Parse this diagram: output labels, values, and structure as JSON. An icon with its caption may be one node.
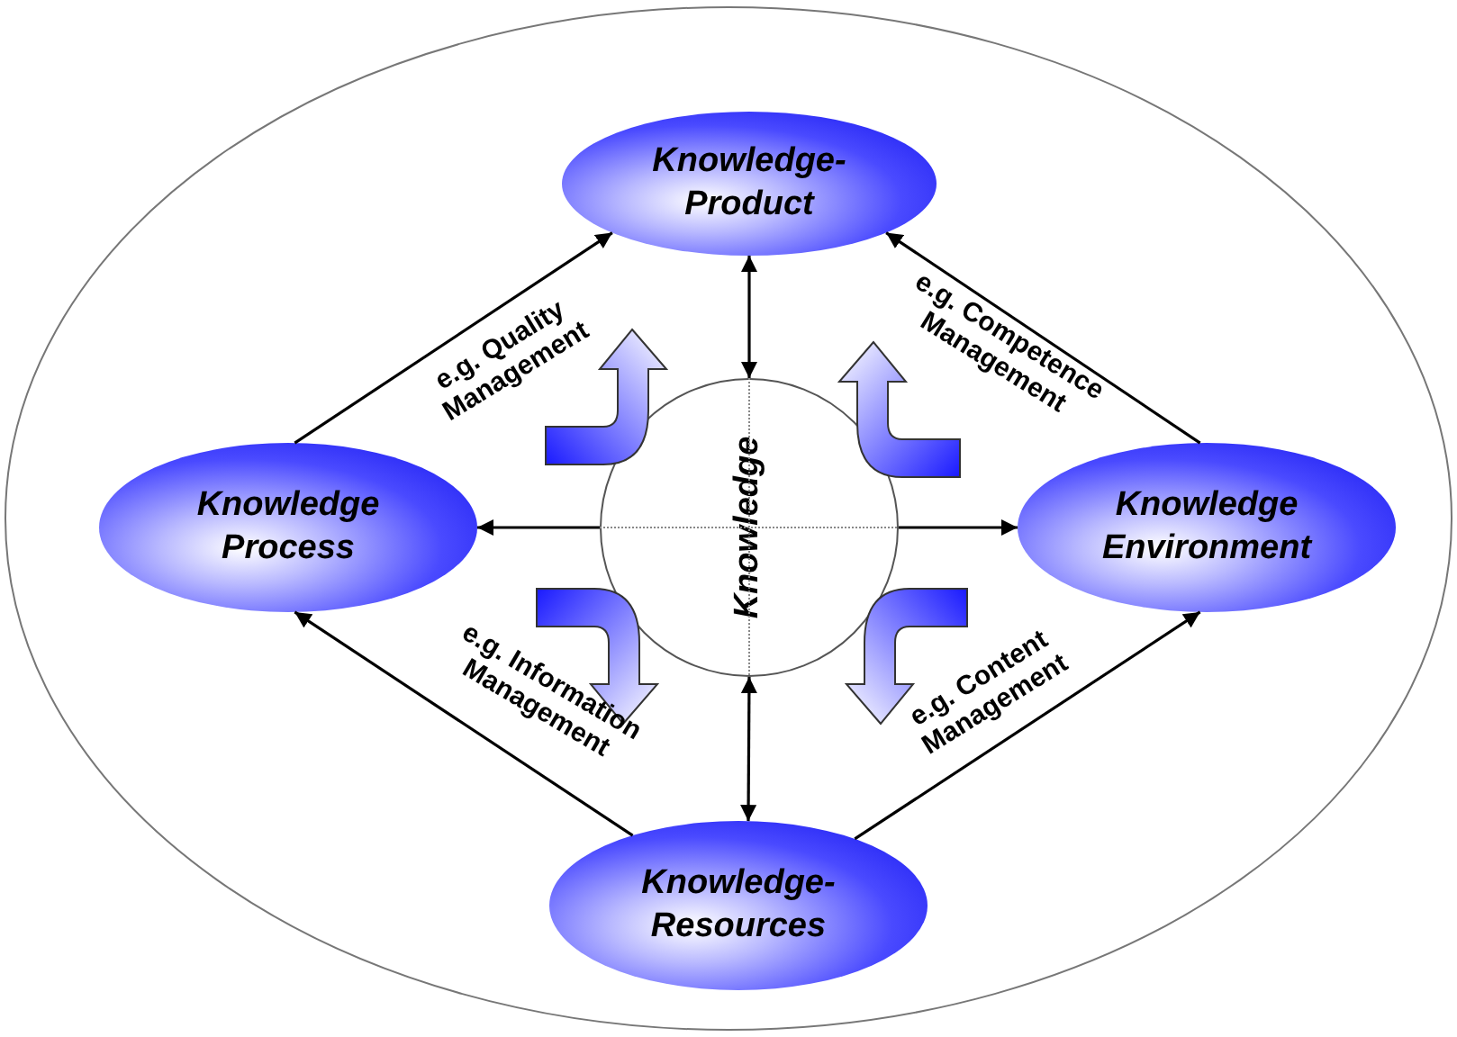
{
  "diagram": {
    "nodes": [
      {
        "text": [],
        "shape": "ellipse"
      },
      {
        "text": [
          "Knowledge-Product"
        ],
        "in": 0
      },
      {
        "text": [
          "Knowledge Process"
        ],
        "in": 0
      },
      {
        "text": [
          "Knowledge"
        ],
        "in": 0
      },
      {
        "text": [
          "Knowledge Environment"
        ],
        "in": 0
      },
      {
        "text": [
          "Knowledge-Resources"
        ],
        "in": 0
      }
    ],
    "edges": [
      {
        "from": 2,
        "to": 1,
        "arrow": "to",
        "label": "e.g. Quality Management"
      },
      {
        "from": 4,
        "to": 1,
        "arrow": "to",
        "label": "e.g. Competence Management"
      },
      {
        "from": 5,
        "to": 2,
        "arrow": "to",
        "label": "e.g. Information Management"
      },
      {
        "from": 5,
        "to": 4,
        "arrow": "to",
        "label": "e.g. Content Management"
      },
      {
        "from": 3,
        "to": 1,
        "arrow": "both"
      },
      {
        "from": 3,
        "to": 5,
        "arrow": "both"
      },
      {
        "from": 3,
        "to": 2,
        "arrow": "to"
      },
      {
        "from": 3,
        "to": 4,
        "arrow": "to"
      }
    ]
  }
}
